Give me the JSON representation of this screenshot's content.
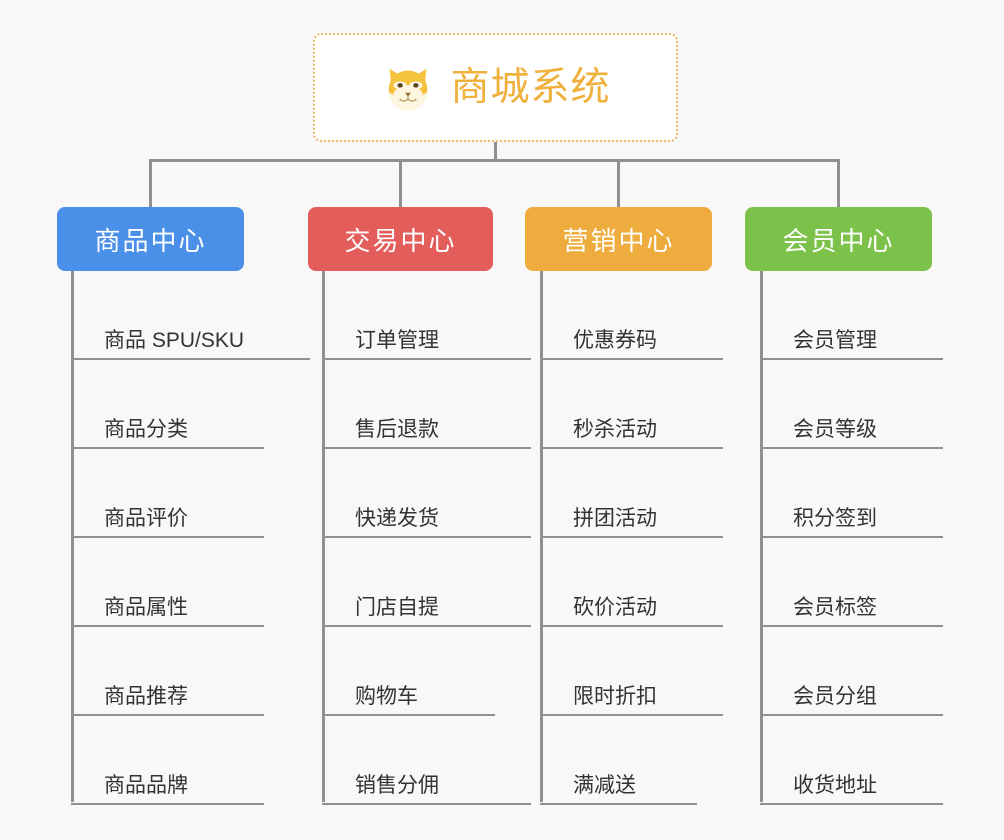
{
  "background_color": "#f8f8f8",
  "connector_color": "#909090",
  "root": {
    "title": "商城系统",
    "icon": "shiba-dog-icon",
    "text_color": "#f0b03c",
    "border_color": "#eab863",
    "background_color": "#ffffff"
  },
  "branches": [
    {
      "label": "商品中心",
      "color": "#4a90e8",
      "text_color": "#ffffff",
      "items": [
        "商品 SPU/SKU",
        "商品分类",
        "商品评价",
        "商品属性",
        "商品推荐",
        "商品品牌"
      ]
    },
    {
      "label": "交易中心",
      "color": "#e35d5b",
      "text_color": "#ffffff",
      "items": [
        "订单管理",
        "售后退款",
        "快递发货",
        "门店自提",
        "购物车",
        "销售分佣"
      ]
    },
    {
      "label": "营销中心",
      "color": "#eeac3e",
      "text_color": "#ffffff",
      "items": [
        "优惠券码",
        "秒杀活动",
        "拼团活动",
        "砍价活动",
        "限时折扣",
        "满减送"
      ]
    },
    {
      "label": "会员中心",
      "color": "#7cc24a",
      "text_color": "#ffffff",
      "items": [
        "会员管理",
        "会员等级",
        "积分签到",
        "会员标签",
        "会员分组",
        "收货地址"
      ]
    }
  ]
}
